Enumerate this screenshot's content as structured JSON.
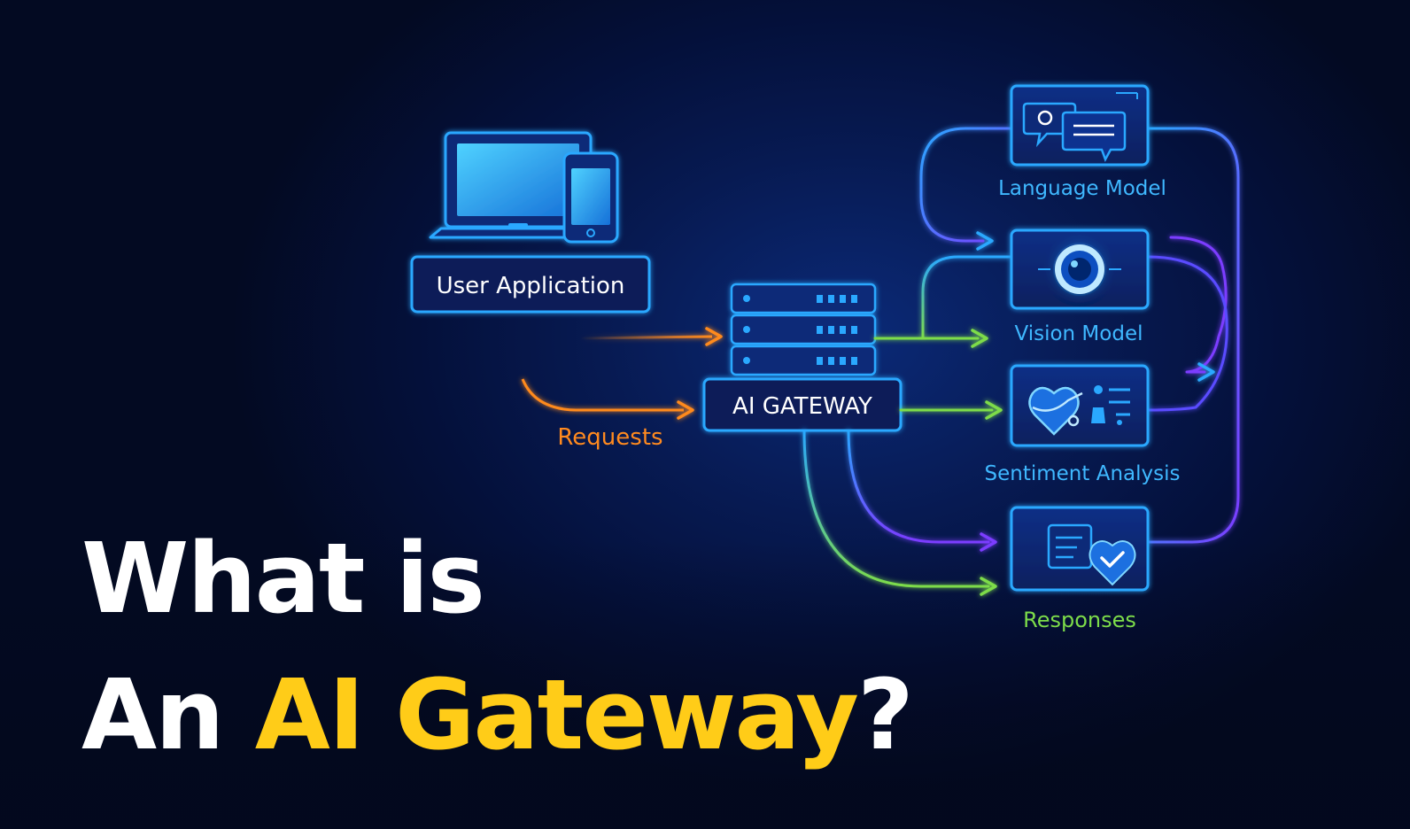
{
  "diagram": {
    "user_app_label": "User Application",
    "requests_label": "Requests",
    "gateway_label": "AI GATEWAY",
    "models": [
      {
        "label": "Language Model",
        "icon": "chat-bubbles-icon"
      },
      {
        "label": "Vision Model",
        "icon": "camera-lens-icon"
      },
      {
        "label": "Sentiment Analysis",
        "icon": "heart-analysis-icon"
      },
      {
        "label": "Responses",
        "icon": "document-check-icon"
      }
    ]
  },
  "headline": {
    "line1": "What is",
    "line2_prefix": "An ",
    "line2_accent": "AI Gateway",
    "line2_suffix": "?"
  },
  "colors": {
    "background": "#030a22",
    "glow_blue": "#2aa8ff",
    "requests_orange": "#ff8a1f",
    "responses_green": "#7ddc4a",
    "purple": "#7b3cff",
    "accent_yellow": "#ffcc18",
    "white": "#ffffff"
  }
}
